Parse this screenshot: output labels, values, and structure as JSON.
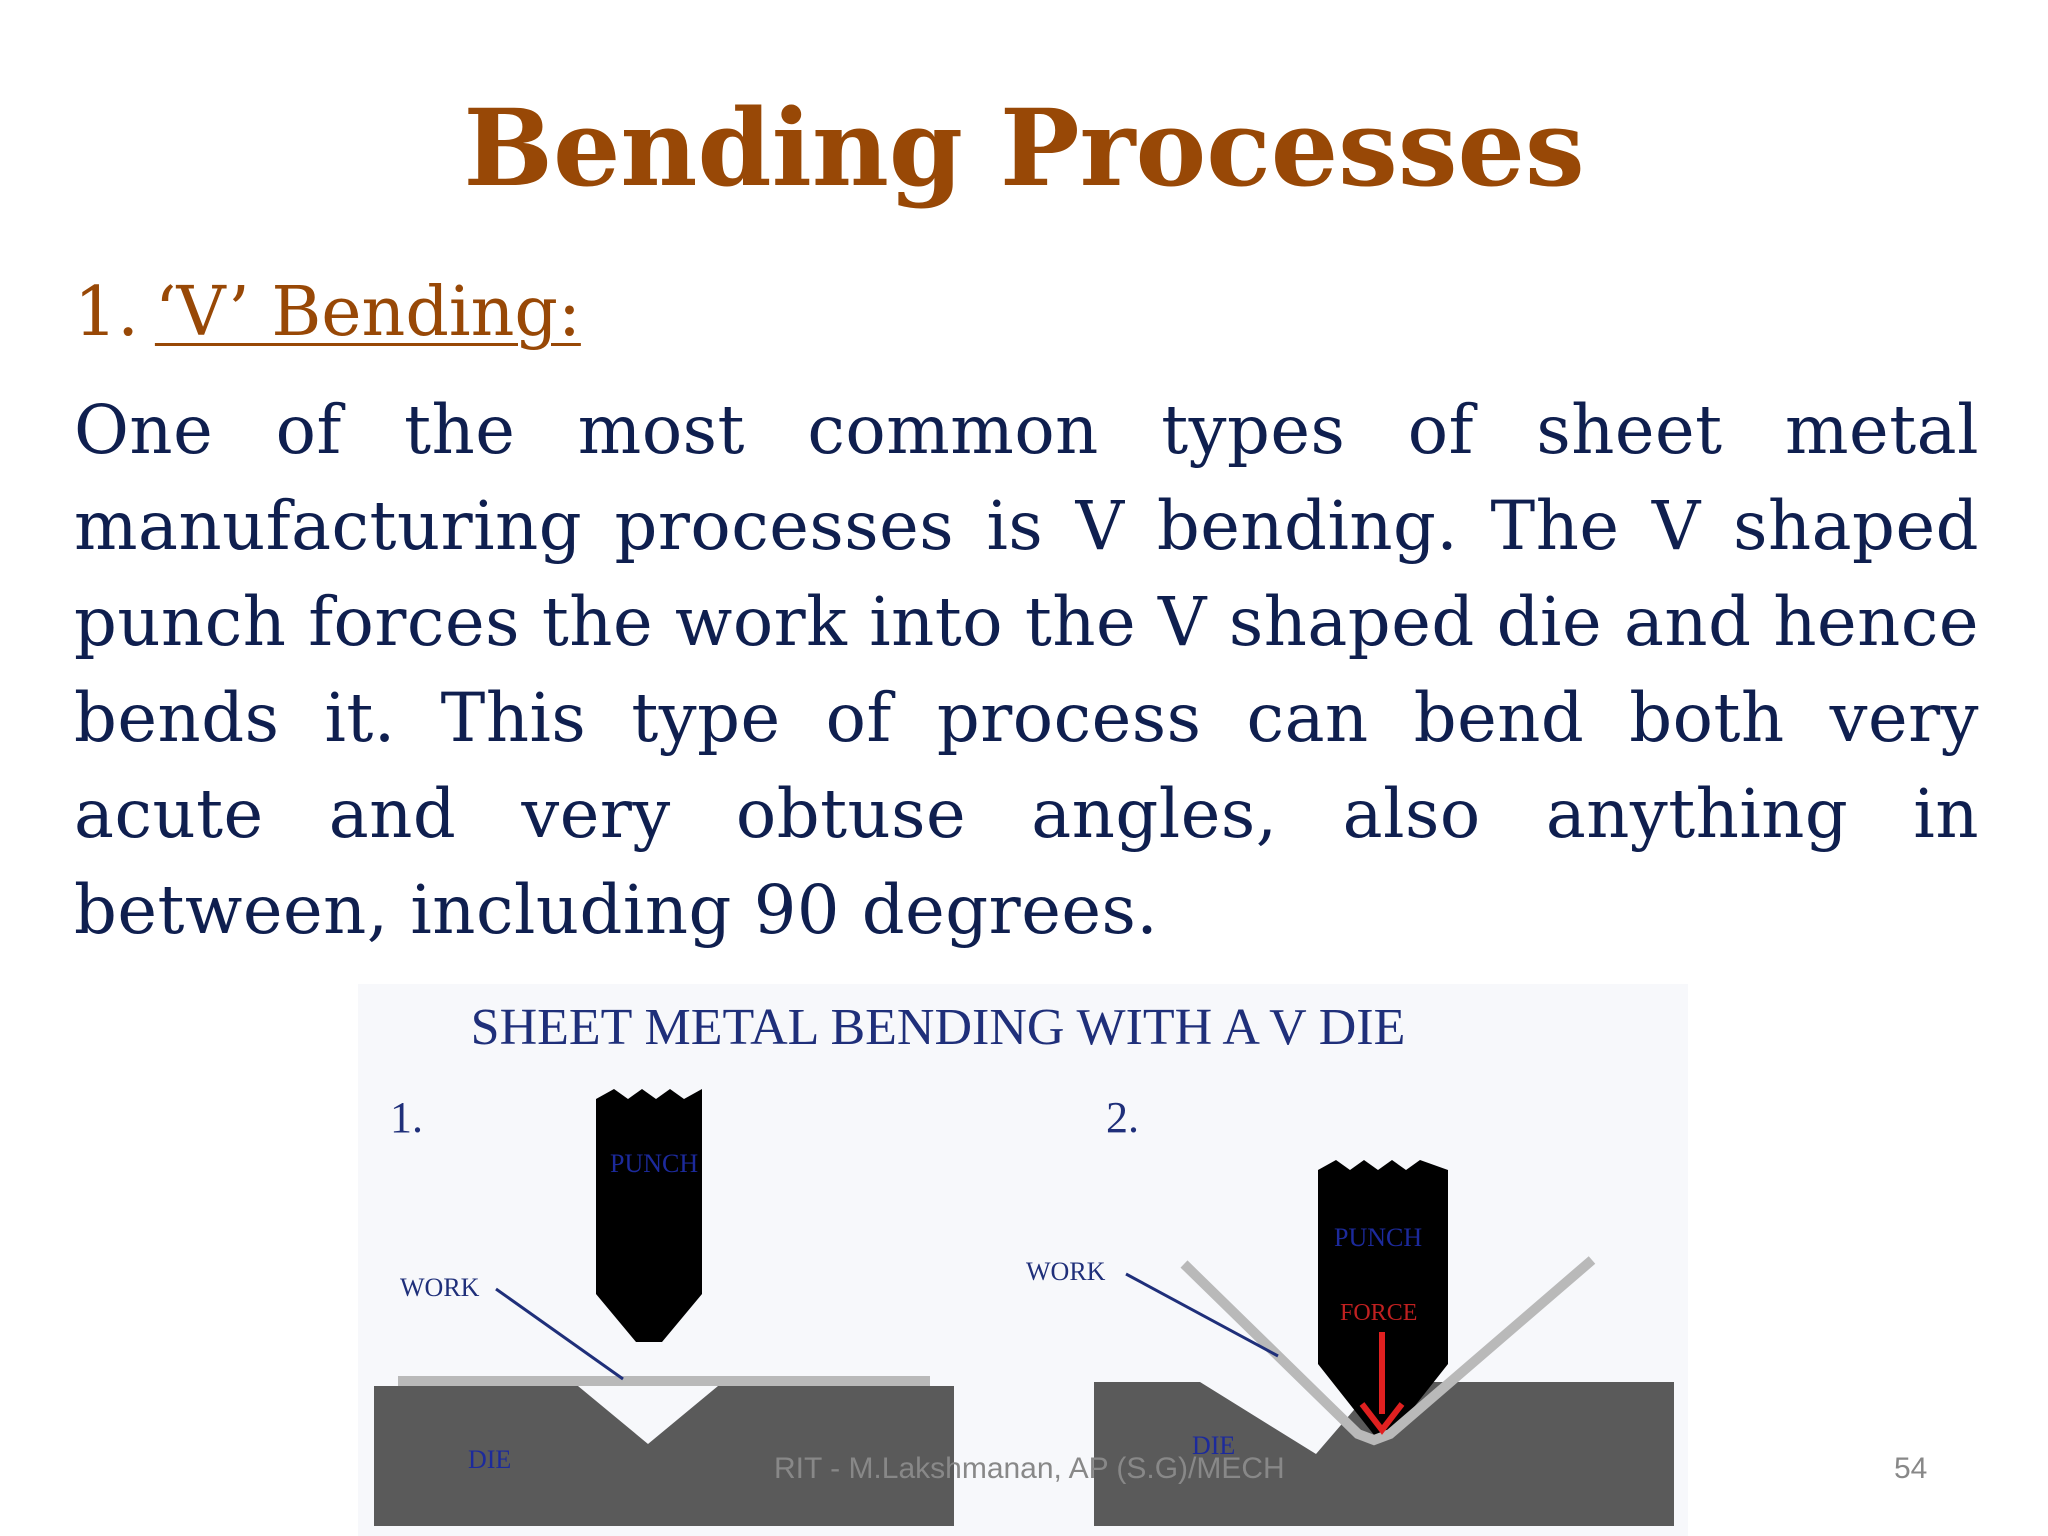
{
  "slide": {
    "title": "Bending Processes",
    "subheading_number": "1.",
    "subheading_label": "‘V’ Bending:",
    "body": "One of the most common types of sheet metal manufacturing processes is V bending. The V shaped punch forces the work into the V shaped die and hence bends it. This type of process can bend both very acute and very obtuse angles, also anything in between, including 90 degrees."
  },
  "figure": {
    "title": "SHEET METAL BENDING WITH A V DIE",
    "step1_label": "1.",
    "step2_label": "2.",
    "punch_label_1": "PUNCH",
    "punch_label_2": "PUNCH",
    "force_label": "FORCE",
    "work_label_1": "WORK",
    "work_label_2": "WORK",
    "die_label_1": "DIE",
    "die_label_2": "DIE",
    "colors": {
      "title": "#1f2f7a",
      "punch": "#000000",
      "die": "#5a5a5a",
      "work": "#b9b9b9",
      "force_arrow": "#e02020"
    }
  },
  "footer": {
    "text": "RIT - M.Lakshmanan, AP (S.G)/MECH",
    "page_number": "54"
  }
}
